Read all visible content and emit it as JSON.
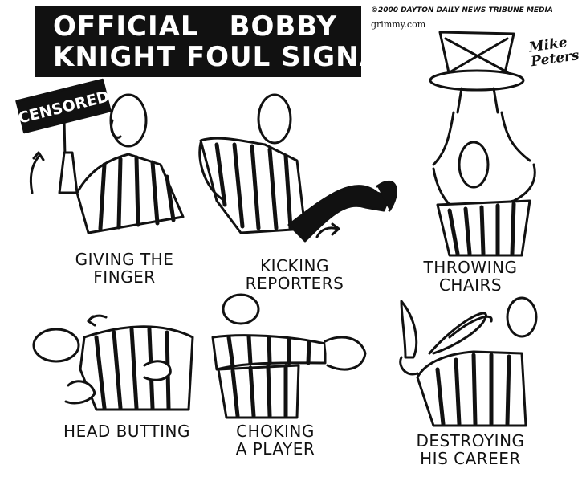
{
  "title": {
    "line1_a": "OFFICIAL",
    "line1_b": "BOBBY",
    "line2": "KNIGHT FOUL SIGNALS"
  },
  "copyright": "©2000 DAYTON DAILY NEWS TRIBUNE MEDIA",
  "website": "grimmy.com",
  "signature": "Mike Peters",
  "sign_text": "CENSORED",
  "signals": [
    {
      "line1": "GIVING THE",
      "line2": "FINGER"
    },
    {
      "line1": "KICKING",
      "line2": "REPORTERS"
    },
    {
      "line1": "THROWING",
      "line2": "CHAIRS"
    },
    {
      "line1": "HEAD BUTTING",
      "line2": ""
    },
    {
      "line1": "CHOKING",
      "line2": "A PLAYER"
    },
    {
      "line1": "DESTROYING",
      "line2": "HIS CAREER"
    }
  ]
}
